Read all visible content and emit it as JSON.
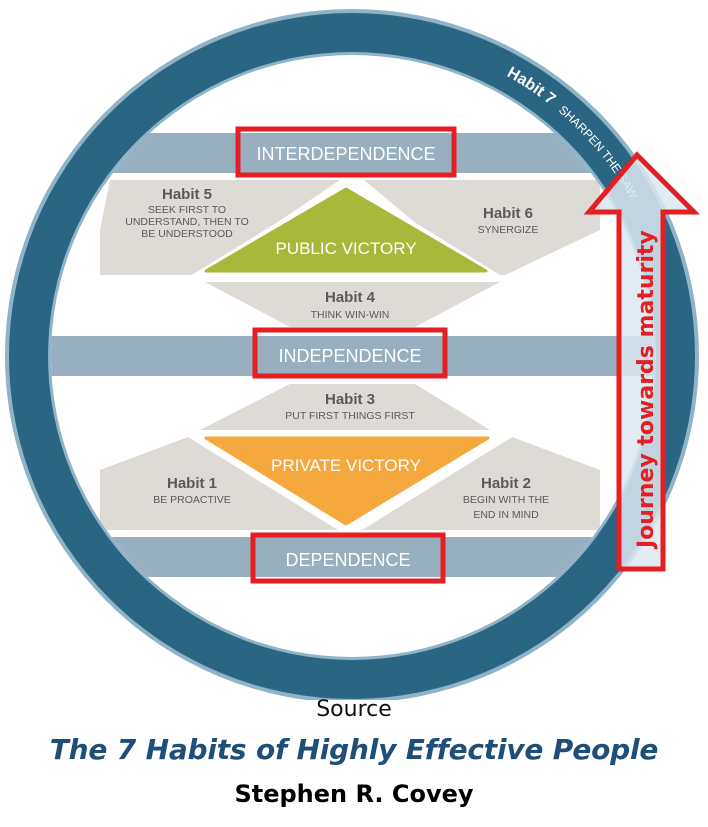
{
  "colors": {
    "ring": "#2a6584",
    "ring_edge": "#8fb3c7",
    "stage_band": "#97afbe",
    "habit_shape": "#dedad5",
    "public_victory": "#a8b83a",
    "private_victory": "#f5a83e",
    "highlight": "#e41e22",
    "habit_text": "#5c5a58",
    "title_blue": "#1f4e79"
  },
  "ring": {
    "habit_label": "Habit 7",
    "habit_desc": "SHARPEN THE SAW"
  },
  "stages": [
    {
      "id": "interdependence",
      "label": "INTERDEPENDENCE"
    },
    {
      "id": "independence",
      "label": "INDEPENDENCE"
    },
    {
      "id": "dependence",
      "label": "DEPENDENCE"
    }
  ],
  "victories": {
    "public": "PUBLIC VICTORY",
    "private": "PRIVATE VICTORY"
  },
  "habits": [
    {
      "id": "habit1",
      "title": "Habit 1",
      "desc": [
        "BE PROACTIVE"
      ]
    },
    {
      "id": "habit2",
      "title": "Habit 2",
      "desc": [
        "BEGIN WITH THE",
        "END IN MIND"
      ]
    },
    {
      "id": "habit3",
      "title": "Habit 3",
      "desc": [
        "PUT FIRST THINGS FIRST"
      ]
    },
    {
      "id": "habit4",
      "title": "Habit 4",
      "desc": [
        "THINK WIN-WIN"
      ]
    },
    {
      "id": "habit5",
      "title": "Habit 5",
      "desc": [
        "SEEK FIRST TO",
        "UNDERSTAND, THEN TO",
        "BE UNDERSTOOD"
      ]
    },
    {
      "id": "habit6",
      "title": "Habit 6",
      "desc": [
        "SYNERGIZE"
      ]
    }
  ],
  "journey_arrow": {
    "label": "Journey towards maturity",
    "icon": "up-arrow-icon"
  },
  "caption": {
    "source": "Source",
    "book_title": "The 7 Habits of Highly Effective People",
    "author": "Stephen R. Covey"
  }
}
